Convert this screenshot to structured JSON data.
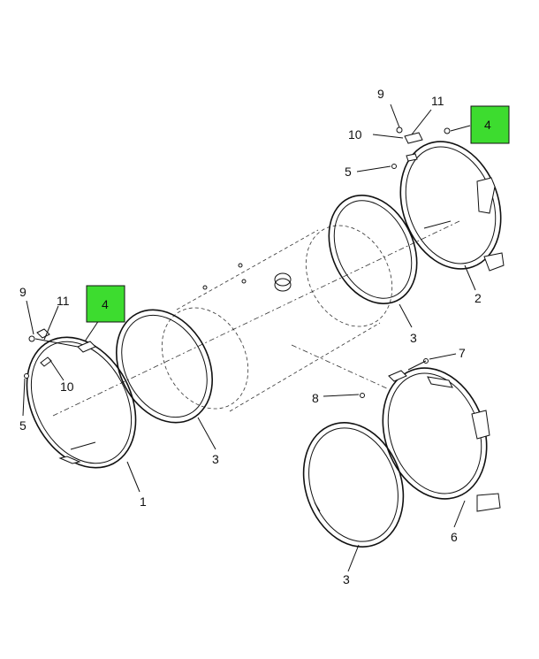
{
  "callouts": {
    "c9_left": "9",
    "c11_left": "11",
    "c4_left": "4",
    "c10_left": "10",
    "c5_left": "5",
    "c1": "1",
    "c3_mid": "3",
    "c9_right": "9",
    "c11_right": "11",
    "c4_right": "4",
    "c10_right": "10",
    "c5_right": "5",
    "c2": "2",
    "c3_right": "3",
    "c7": "7",
    "c8": "8",
    "c6": "6",
    "c3_bottom": "3"
  },
  "colors": {
    "highlight": "#3ddc2f",
    "line": "#111111"
  }
}
